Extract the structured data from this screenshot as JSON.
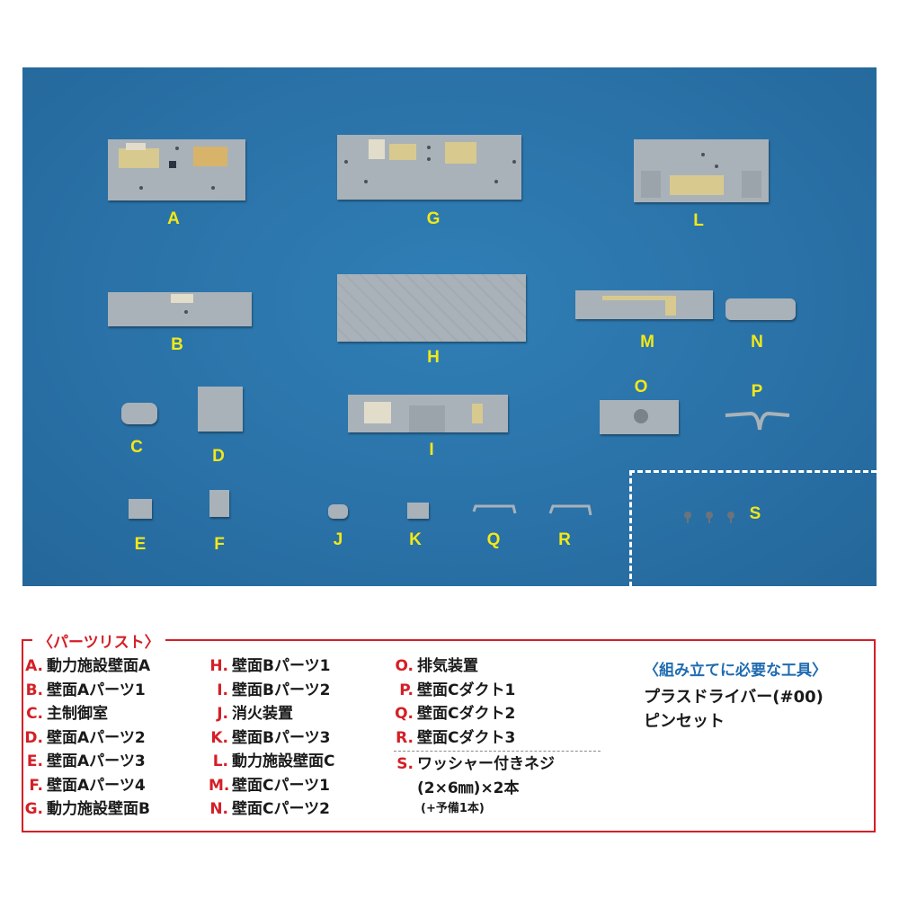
{
  "photo_labels": [
    "A",
    "G",
    "L",
    "B",
    "H",
    "M",
    "N",
    "C",
    "D",
    "I",
    "O",
    "P",
    "E",
    "F",
    "J",
    "K",
    "Q",
    "R",
    "S"
  ],
  "parts_list": {
    "title": "〈パーツリスト〉",
    "col1": [
      {
        "key": "A.",
        "name": "動力施設壁面A"
      },
      {
        "key": "B.",
        "name": "壁面Aパーツ1"
      },
      {
        "key": "C.",
        "name": "主制御室"
      },
      {
        "key": "D.",
        "name": "壁面Aパーツ2"
      },
      {
        "key": "E.",
        "name": "壁面Aパーツ3"
      },
      {
        "key": "F.",
        "name": "壁面Aパーツ4"
      },
      {
        "key": "G.",
        "name": "動力施設壁面B"
      }
    ],
    "col2": [
      {
        "key": "H.",
        "name": "壁面Bパーツ1"
      },
      {
        "key": "I.",
        "name": "壁面Bパーツ2"
      },
      {
        "key": "J.",
        "name": "消火装置"
      },
      {
        "key": "K.",
        "name": "壁面Bパーツ3"
      },
      {
        "key": "L.",
        "name": "動力施設壁面C"
      },
      {
        "key": "M.",
        "name": "壁面Cパーツ1"
      },
      {
        "key": "N.",
        "name": "壁面Cパーツ2"
      }
    ],
    "col3": [
      {
        "key": "O.",
        "name": "排気装置"
      },
      {
        "key": "P.",
        "name": "壁面Cダクト1"
      },
      {
        "key": "Q.",
        "name": "壁面Cダクト2"
      },
      {
        "key": "R.",
        "name": "壁面Cダクト3"
      }
    ],
    "col3_s": {
      "key": "S.",
      "name": "ワッシャー付きネジ",
      "line2": "(2×6㎜)×2本",
      "line3": "(+予備1本)"
    }
  },
  "tools": {
    "title": "〈組み立てに必要な工具〉",
    "items": [
      "プラスドライバー(#00)",
      "ピンセット"
    ]
  }
}
